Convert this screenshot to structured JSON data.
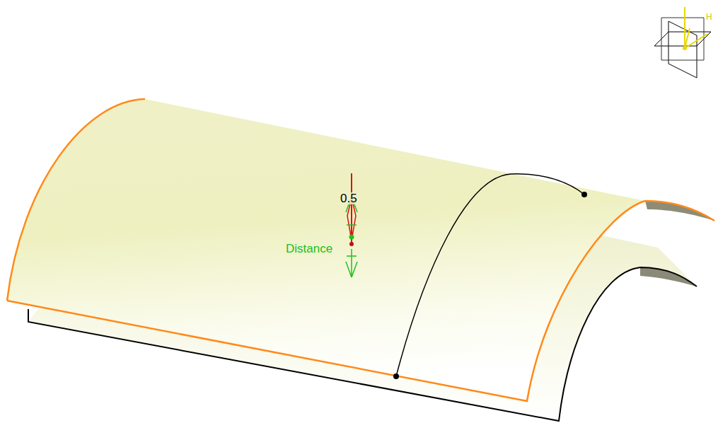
{
  "diagram": {
    "labels": [
      "0.5",
      "Distance",
      "H"
    ]
  }
}
